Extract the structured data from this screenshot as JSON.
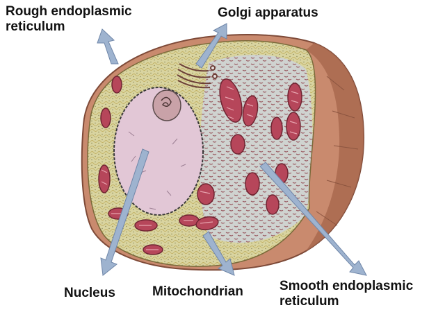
{
  "labels": {
    "rough_er": {
      "line1": "Rough endoplasmic",
      "line2": "reticulum"
    },
    "golgi": "Golgi apparatus",
    "nucleus": "Nucleus",
    "mitochondrion": "Mitochondrian",
    "smooth_er": {
      "line1": "Smooth endoplasmic",
      "line2": "reticulum"
    }
  },
  "colors": {
    "outer_cell": "#c98a6e",
    "outer_cell_shade": "#a9684f",
    "cytoplasm": "#d9d4a0",
    "smooth_region": "#cfd3d0",
    "nucleus": "#e2c7d6",
    "mitochondrion": "#b6465a",
    "mitochondrion_inner": "#e7a3ae",
    "pointer": "#9eb3cf",
    "pointer_edge": "#6f86a8"
  }
}
